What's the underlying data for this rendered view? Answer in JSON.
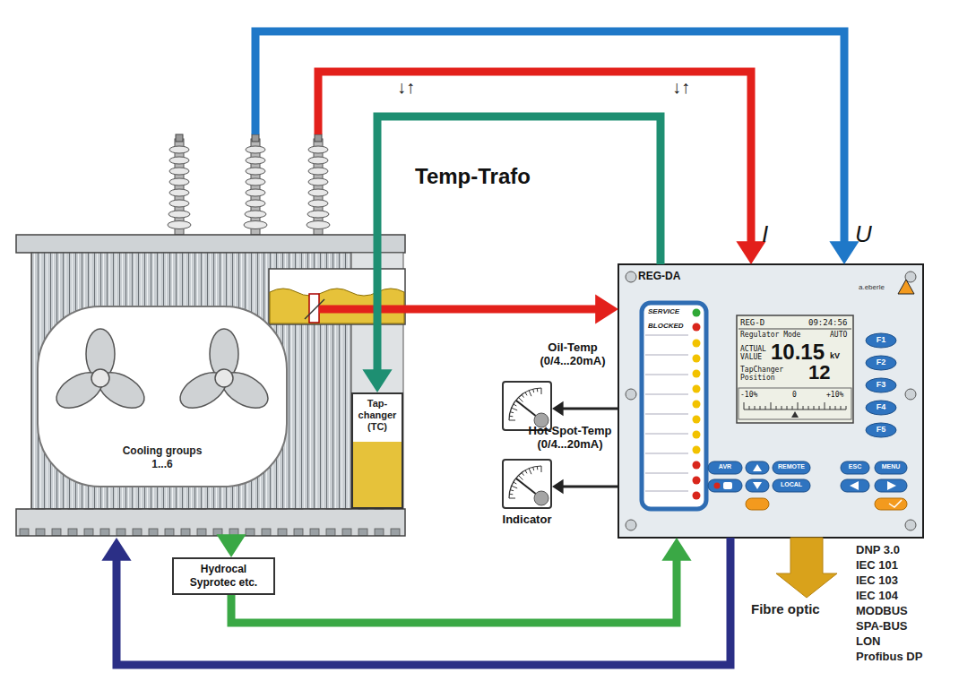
{
  "diagram": {
    "nodes": [
      {
        "text": []
      },
      {
        "text": [
          "Cooling groups 1...6"
        ],
        "in": 0
      },
      {
        "text": [
          "Tap-changer (TC)"
        ],
        "in": 0
      },
      {
        "text": [
          "REG-DA"
        ]
      },
      {
        "text": []
      },
      {
        "text": [
          "Indicator"
        ]
      },
      {
        "text": [
          "Hydrocal Syprotec etc."
        ]
      }
    ],
    "edges": [
      {
        "from": 0,
        "to": 3,
        "label": "I",
        "arrow": "to"
      },
      {
        "from": 0,
        "to": 3,
        "label": "U",
        "arrow": "to"
      },
      {
        "from": 3,
        "to": 2,
        "arrow": "to"
      },
      {
        "from": 0,
        "to": 3,
        "label": "Temp-Trafo",
        "arrow": "to"
      },
      {
        "from": 3,
        "to": 4,
        "label": "Oil-Temp (0/4...20mA)",
        "arrow": "to"
      },
      {
        "from": 3,
        "to": 5,
        "label": "Hot-Spot-Temp (0/4...20mA)",
        "arrow": "to"
      },
      {
        "from": 0,
        "to": 6,
        "arrow": "to"
      },
      {
        "from": 6,
        "to": 3,
        "arrow": "to"
      },
      {
        "from": 3,
        "to": 0,
        "arrow": "to"
      }
    ],
    "labels": [
      "↓↑",
      "↓↑",
      "REG-D",
      "09:24:56",
      "Regulator Mode",
      "AUTO",
      "ACTUAL VALUE",
      "10.15",
      "kV",
      "TapChanger Position",
      "12",
      "-10%",
      "0",
      "+10%",
      "SERVICE",
      "BLOCKED",
      "F1",
      "F2",
      "F3",
      "F4",
      "F5",
      "a.eberle",
      "AVR",
      "REMOTE",
      "ESC",
      "MENU",
      "LOCAL",
      "Fibre optic",
      "DNP 3.0",
      "IEC 101",
      "IEC 103",
      "IEC 104",
      "MODBUS",
      "SPA-BUS",
      "LON",
      "Profibus DP"
    ]
  }
}
